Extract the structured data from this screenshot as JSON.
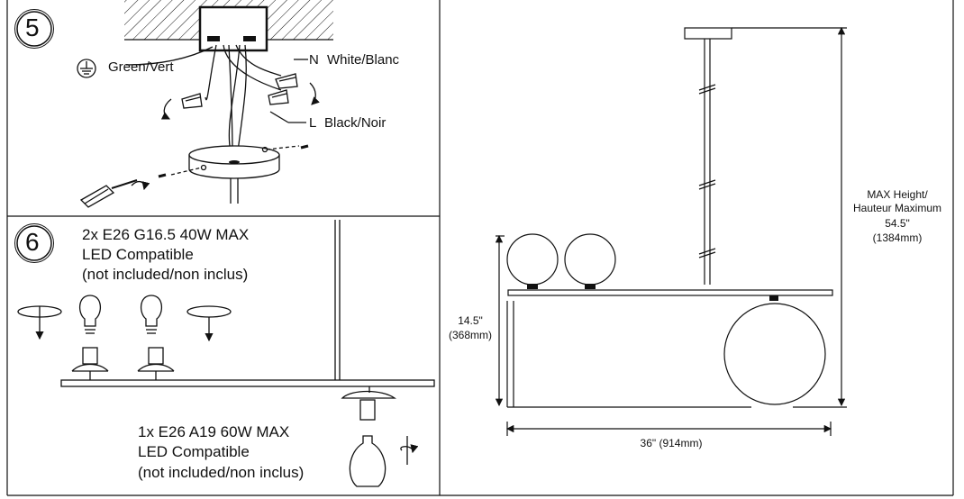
{
  "step5": {
    "number": "5",
    "ground_label": "Green/Vert",
    "neutral_letter": "N",
    "neutral_label": "White/Blanc",
    "live_letter": "L",
    "live_label": "Black/Noir"
  },
  "step6": {
    "number": "6",
    "small_bulbs": [
      "2x E26 G16.5 40W MAX",
      "LED Compatible",
      "(not included/non inclus)"
    ],
    "large_bulb": [
      "1x E26 A19 60W MAX",
      "LED Compatible",
      "(not included/non inclus)"
    ]
  },
  "dimensions": {
    "max_height": [
      "MAX Height/",
      "Hauteur Maximum",
      "54.5\"",
      "(1384mm)"
    ],
    "body_height": [
      "14.5\"",
      "(368mm)"
    ],
    "width": "36\" (914mm)"
  }
}
